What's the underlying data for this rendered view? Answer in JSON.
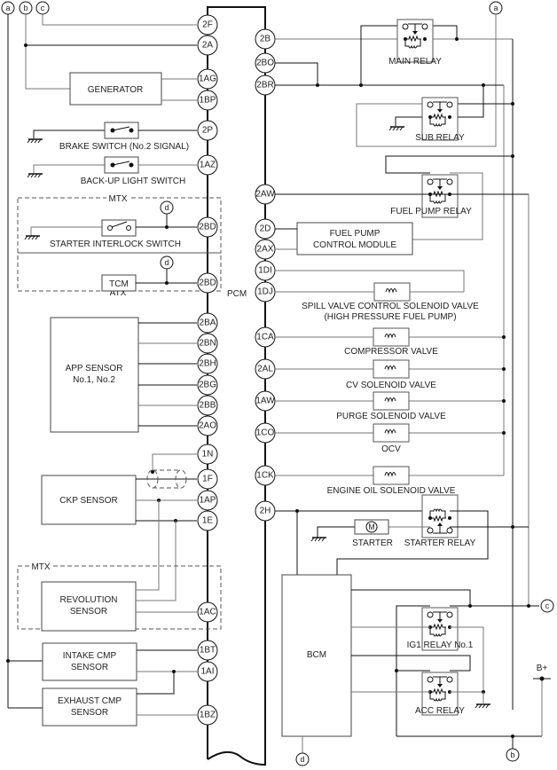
{
  "diagram": {
    "title": "PCM wiring diagram",
    "module_label": "PCM",
    "connectors": {
      "a": "a",
      "b": "b",
      "c": "c",
      "d": "d"
    },
    "left_pins": [
      "2F",
      "2A",
      "1AG",
      "1BP",
      "2P",
      "1AZ",
      "2BD",
      "2BD",
      "2BA",
      "2BN",
      "2BH",
      "2BG",
      "2BB",
      "2AO",
      "1N",
      "1F",
      "1AP",
      "1E",
      "1AC",
      "1BT",
      "1AI",
      "1BZ"
    ],
    "right_pins": [
      "2B",
      "2BO",
      "2BR",
      "2AW",
      "2D",
      "2AX",
      "1DI",
      "1DJ",
      "1CA",
      "2AL",
      "1AW",
      "1CO",
      "1CK",
      "2H"
    ],
    "components": {
      "generator": "GENERATOR",
      "brake_switch": "BRAKE SWITCH (No.2 SIGNAL)",
      "backup_light_switch": "BACK-UP LIGHT SWITCH",
      "mtx_label": "MTX",
      "atx_label": "ATX",
      "starter_interlock_switch": "STARTER INTERLOCK SWITCH",
      "tcm": "TCM",
      "app_sensor_line1": "APP SENSOR",
      "app_sensor_line2": "No.1, No.2",
      "ckp_sensor": "CKP SENSOR",
      "revolution_sensor_line1": "REVOLUTION",
      "revolution_sensor_line2": "SENSOR",
      "intake_cmp_line1": "INTAKE CMP",
      "intake_cmp_line2": "SENSOR",
      "exhaust_cmp_line1": "EXHAUST CMP",
      "exhaust_cmp_line2": "SENSOR",
      "main_relay": "MAIN RELAY",
      "sub_relay": "SUB RELAY",
      "fuel_pump_relay": "FUEL PUMP RELAY",
      "fuel_pump_module_line1": "FUEL PUMP",
      "fuel_pump_module_line2": "CONTROL MODULE",
      "spill_valve_line1": "SPILL VALVE CONTROL SOLENOID VALVE",
      "spill_valve_line2": "(HIGH PRESSURE FUEL PUMP)",
      "compressor_valve": "COMPRESSOR VALVE",
      "cv_solenoid_valve": "CV SOLENOID VALVE",
      "purge_solenoid_valve": "PURGE SOLENOID VALVE",
      "ocv": "OCV",
      "engine_oil_solenoid_valve": "ENGINE OIL SOLENOID VALVE",
      "starter": "STARTER",
      "starter_motor_symbol": "M",
      "starter_relay": "STARTER RELAY",
      "bcm": "BCM",
      "ig1_relay": "IG1 RELAY No.1",
      "acc_relay": "ACC RELAY",
      "battery": "B+"
    }
  }
}
